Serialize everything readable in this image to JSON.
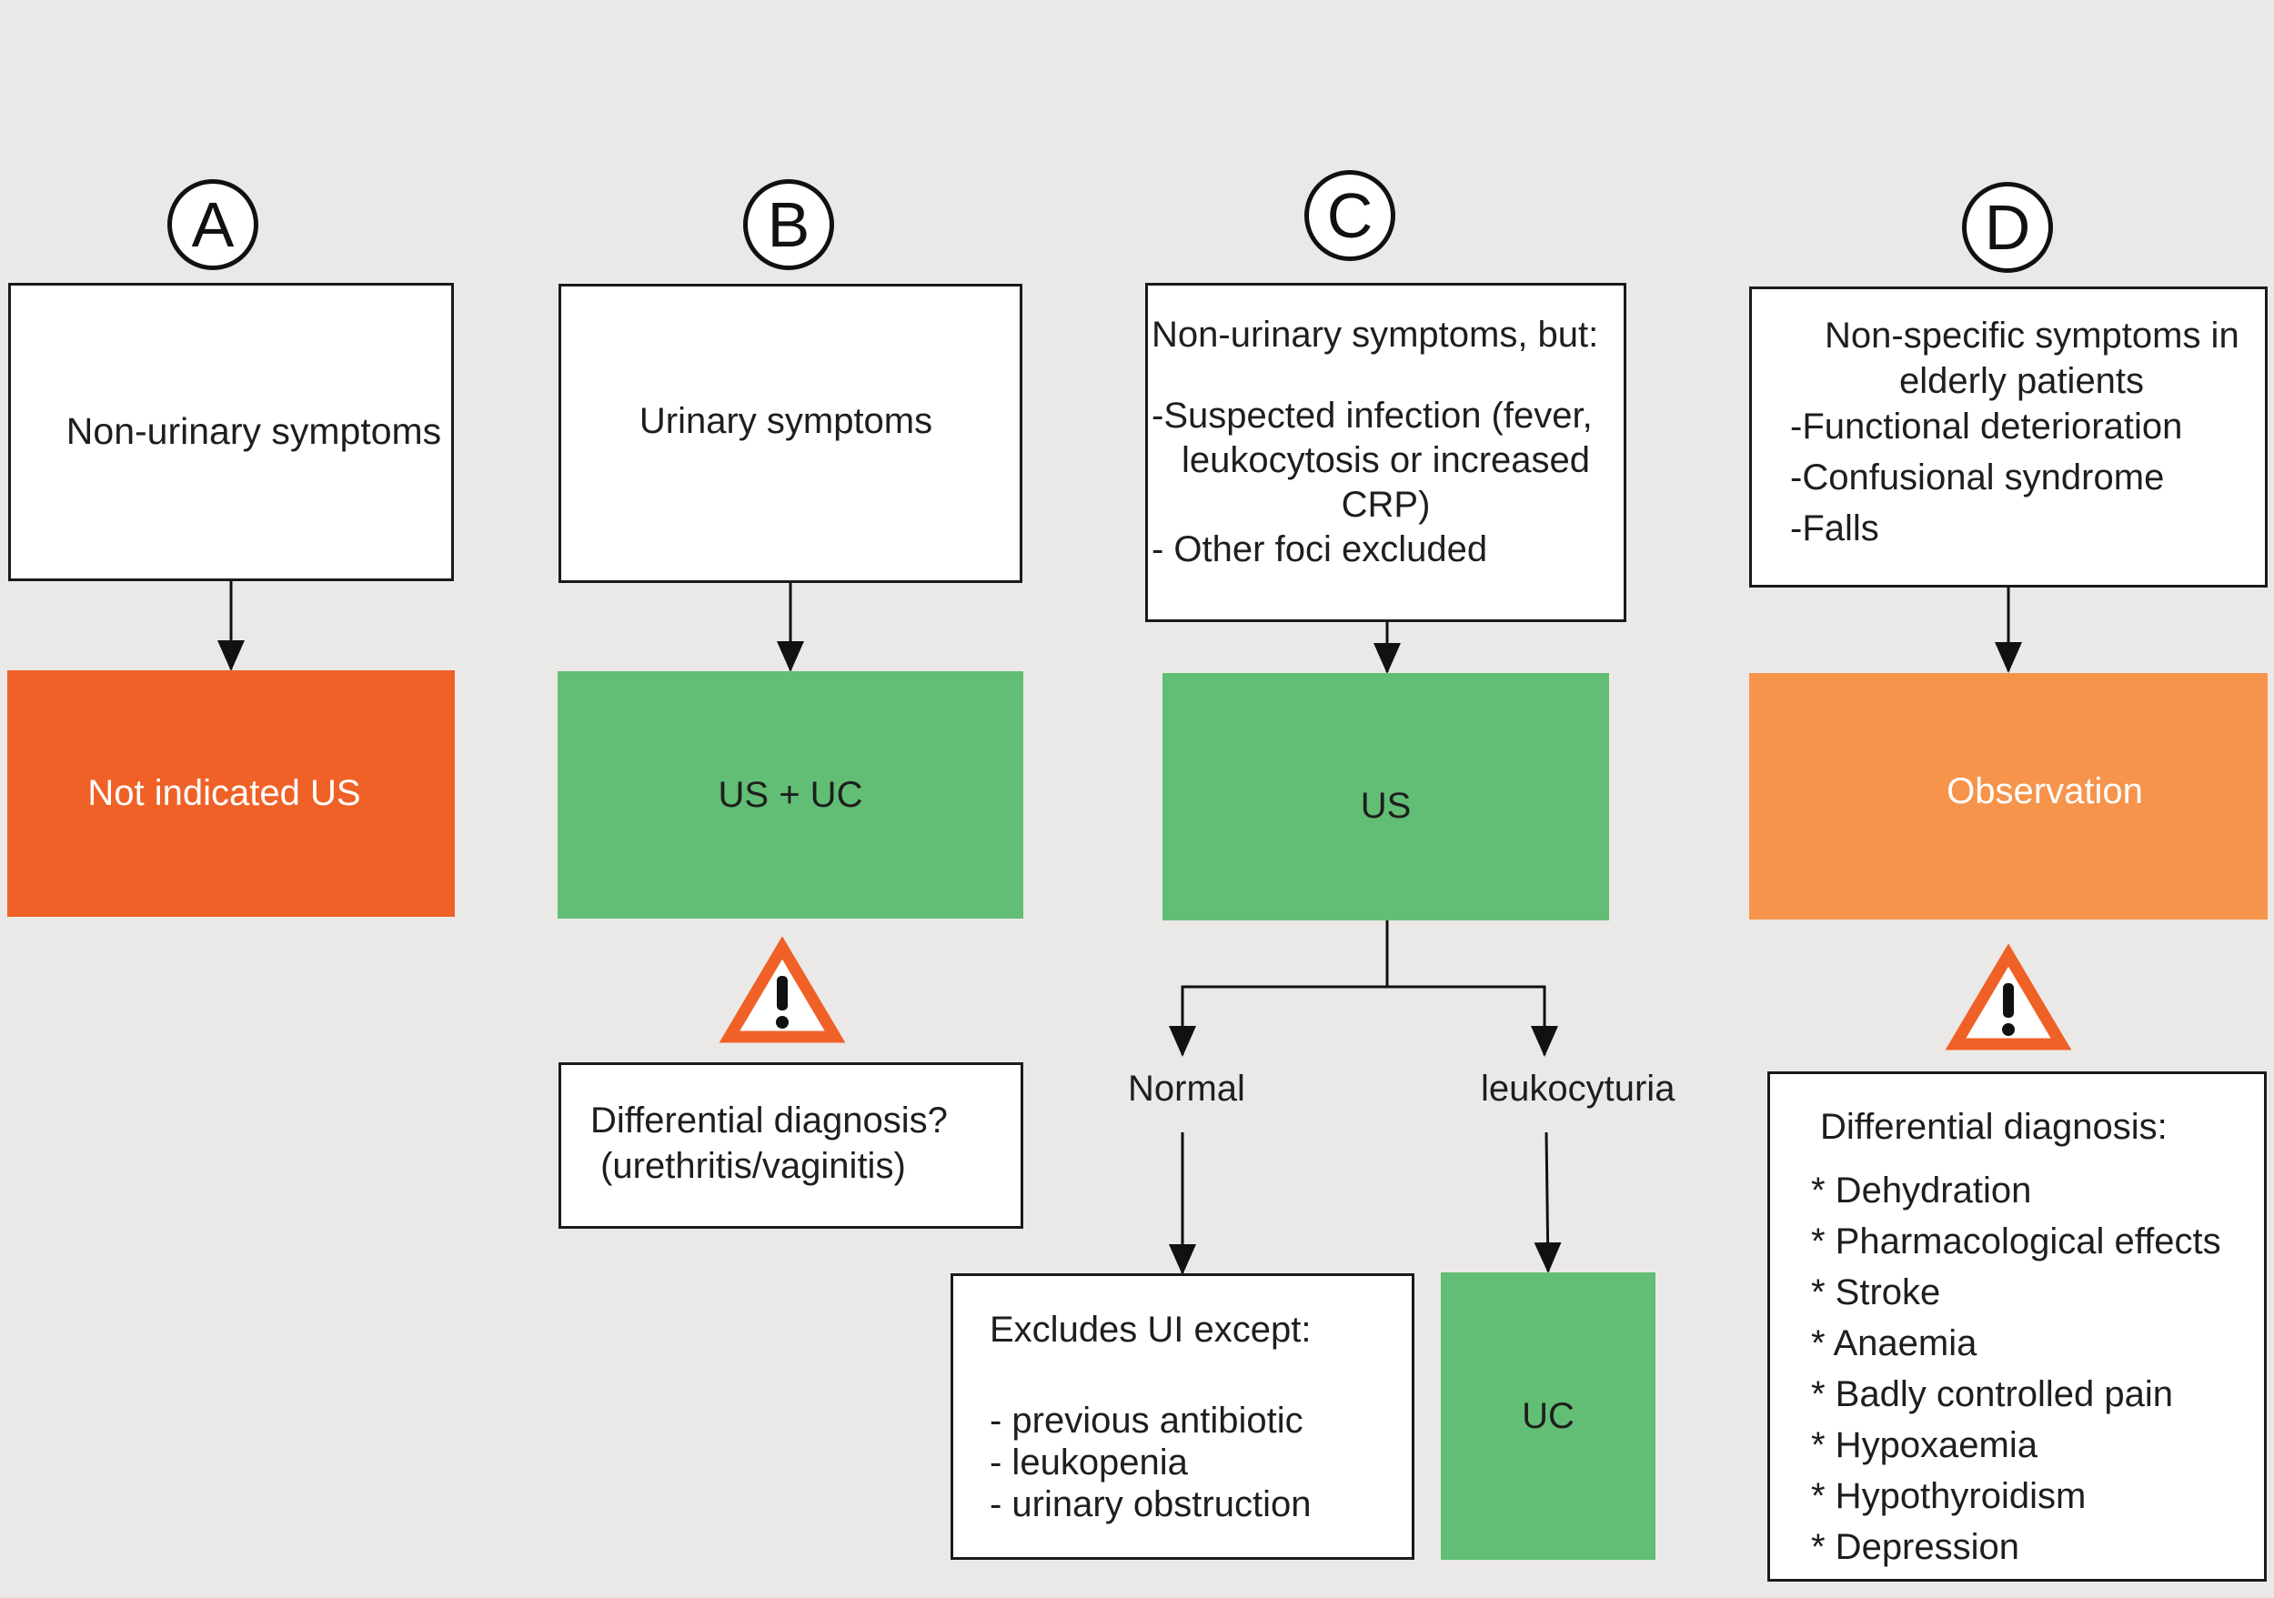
{
  "columns": {
    "a": {
      "letter": "A",
      "condition": "Non-urinary symptoms",
      "action": "Not indicated US"
    },
    "b": {
      "letter": "B",
      "condition": "Urinary symptoms",
      "action": "US + UC",
      "warning": {
        "line1": "Differential diagnosis?",
        "line2": " (urethritis/vaginitis)"
      }
    },
    "c": {
      "letter": "C",
      "condition": {
        "header": "Non-urinary symptoms, but:",
        "line1": "-Suspected infection (fever,",
        "line2": "leukocytosis or increased",
        "line3": "CRP)",
        "line4": "- Other foci excluded"
      },
      "action": "US",
      "branch_left": {
        "label": "Normal",
        "result": {
          "header": "Excludes UI except:",
          "items": [
            "- previous antibiotic",
            "- leukopenia",
            "- urinary obstruction"
          ]
        }
      },
      "branch_right": {
        "label": "leukocyturia",
        "result": "UC"
      }
    },
    "d": {
      "letter": "D",
      "condition": {
        "line1": "Non-specific symptoms in",
        "line2": "elderly patients",
        "items": [
          "-Functional deterioration",
          "-Confusional syndrome",
          "-Falls"
        ]
      },
      "action": "Observation",
      "warning": {
        "header": "Differential diagnosis:",
        "items": [
          "* Dehydration",
          "* Pharmacological effects",
          "* Stroke",
          "* Anaemia",
          "* Badly controlled pain",
          "* Hypoxaemia",
          "* Hypothyroidism",
          "* Depression"
        ]
      }
    }
  },
  "colors": {
    "background": "#ebe9e7",
    "not_indicated": "#ef6127",
    "indicated": "#62be74",
    "observation": "#f6944b",
    "warning_stroke": "#ef6127"
  }
}
